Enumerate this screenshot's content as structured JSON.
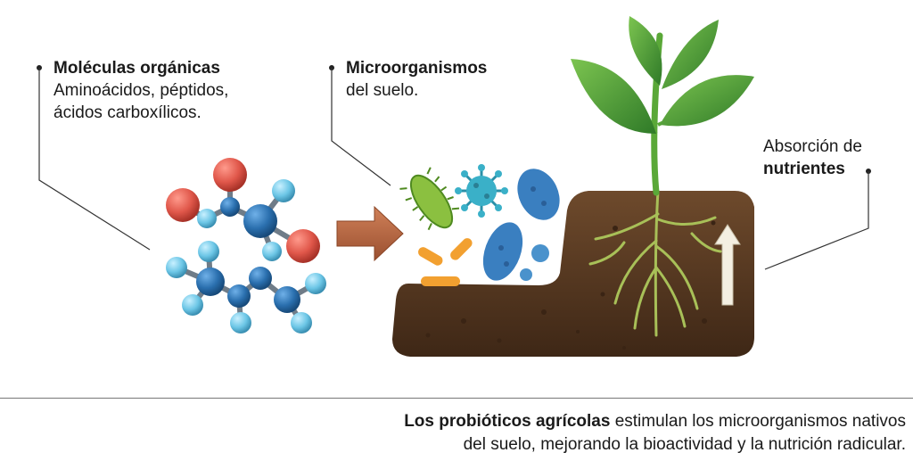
{
  "labels": {
    "molecules": {
      "title": "Moléculas orgánicas",
      "line1": "Aminoácidos, péptidos,",
      "line2": "ácidos carboxílicos."
    },
    "microorganisms": {
      "title": "Microorganismos",
      "line1": "del suelo."
    },
    "absorption": {
      "line1": "Absorción de",
      "title": "nutrientes"
    }
  },
  "caption": {
    "bold": "Los probióticos agrícolas",
    "rest_line1": " estimulan los microorganismos nativos",
    "line2": "del suelo, mejorando la bioactividad y la nutrición radicular."
  },
  "colors": {
    "atom_red": "#e0574a",
    "atom_dark_blue": "#2a6fae",
    "atom_light_blue": "#6cc6e6",
    "arrow": "#b8663f",
    "soil": "#5a3a22",
    "leaf": "#4a9a32",
    "root": "#9ab84a",
    "bacteria_green": "#8bc040",
    "bacteria_blue": "#3a7fc0",
    "bacteria_orange": "#f2a030",
    "virus_teal": "#3ab0c8",
    "up_arrow": "#f4efe2"
  },
  "icons": {
    "molecule": "molecule-icon",
    "process_arrow": "right-arrow-icon",
    "soil": "soil-block-icon",
    "plant": "seedling-icon",
    "absorption_arrow": "up-arrow-icon"
  }
}
